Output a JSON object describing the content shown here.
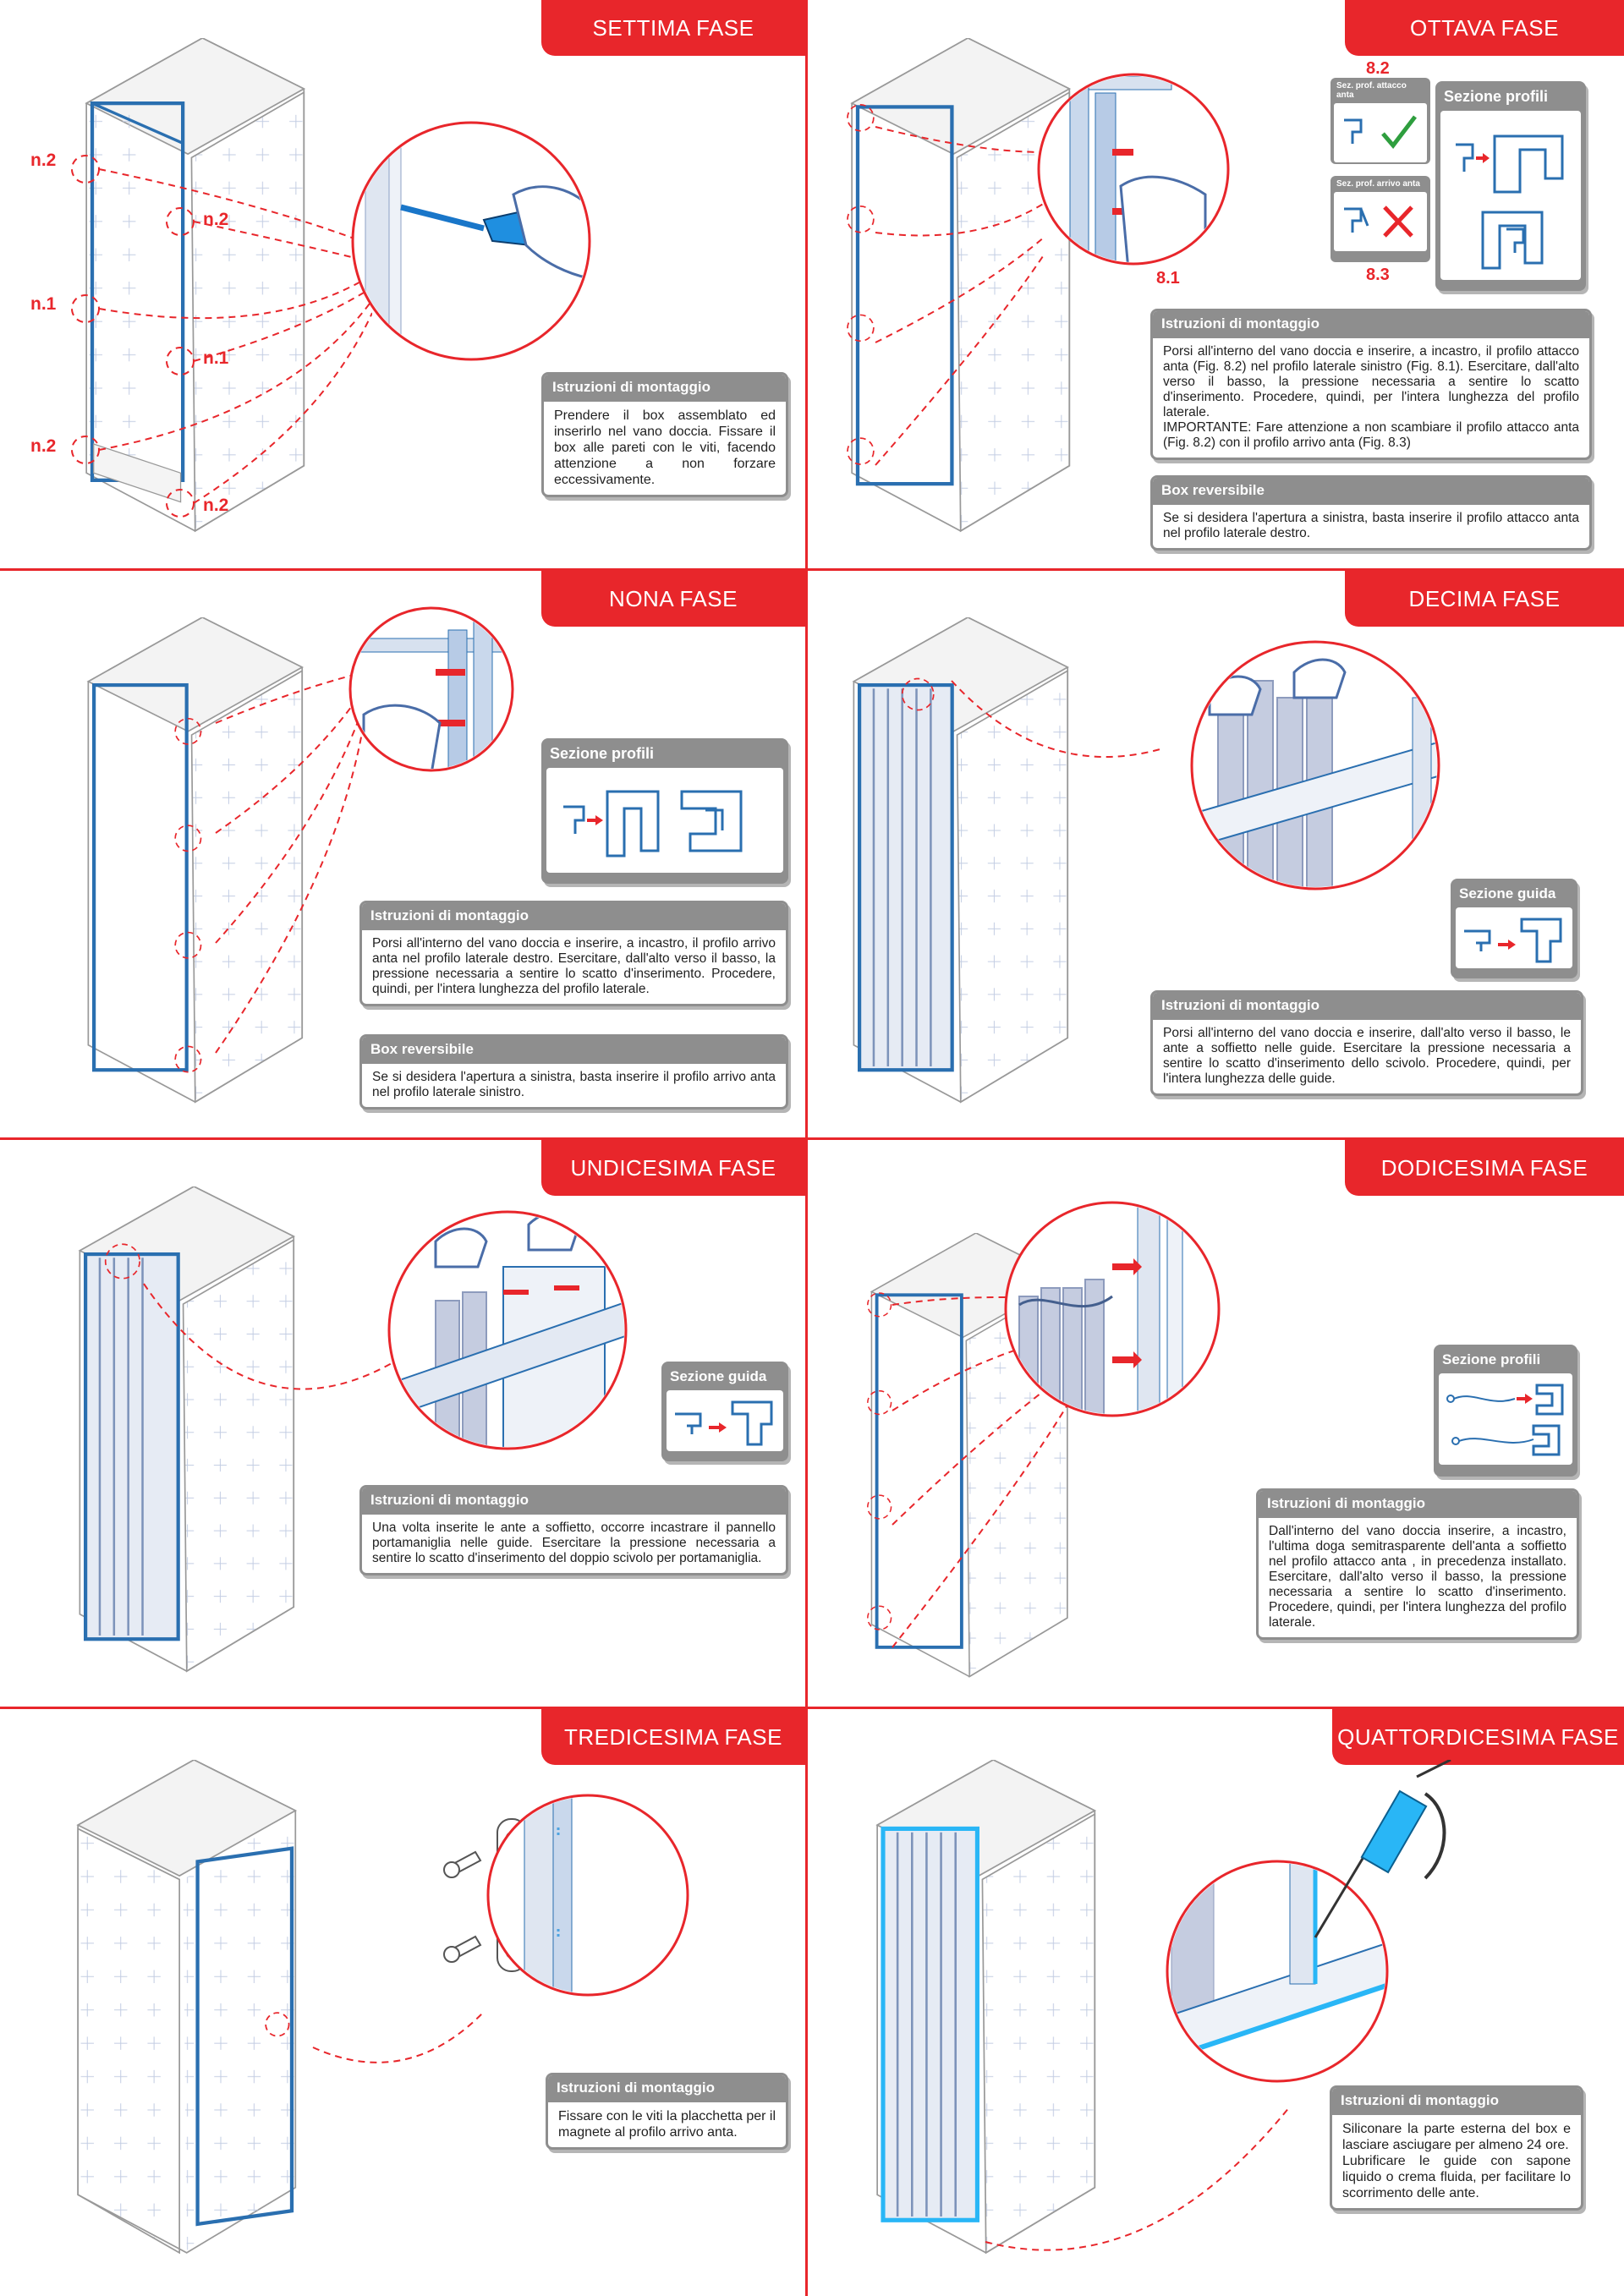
{
  "phases": {
    "p7": {
      "title": "SETTIMA FASE",
      "labels": [
        "n.2",
        "n.2",
        "n.1",
        "n.1",
        "n.2",
        "n.2"
      ],
      "instr_title": "Istruzioni di montaggio",
      "instr_text": "Prendere il box assemblato ed inserirlo nel vano doccia. Fissare il box alle pareti con le viti, facendo attenzione a non forzare eccessivamente."
    },
    "p8": {
      "title": "OTTAVA FASE",
      "fig_8_1": "8.1",
      "fig_8_2": "8.2",
      "fig_8_3": "8.3",
      "card_a": "Sez. prof. attacco anta",
      "card_b": "Sez. prof. arrivo anta",
      "section_title": "Sezione profili",
      "instr_title": "Istruzioni di montaggio",
      "instr_text": "Porsi all'interno del vano doccia e inserire, a incastro, il profilo attacco anta (Fig. 8.2) nel profilo laterale sinistro (Fig. 8.1). Esercitare, dall'alto verso il basso, la pressione necessaria a sentire lo scatto d'inserimento. Procedere, quindi, per l'intera lunghezza del profilo laterale.\nIMPORTANTE: Fare attenzione a non scambiare il profilo attacco anta (Fig. 8.2) con il profilo arrivo anta (Fig. 8.3)",
      "rev_title": "Box reversibile",
      "rev_text": "Se si desidera l'apertura a sinistra, basta inserire il profilo attacco anta nel profilo laterale destro."
    },
    "p9": {
      "title": "NONA FASE",
      "section_title": "Sezione profili",
      "instr_title": "Istruzioni di montaggio",
      "instr_text": "Porsi all'interno del vano doccia e inserire, a incastro, il profilo arrivo anta nel profilo laterale destro. Esercitare, dall'alto verso il basso, la pressione necessaria a sentire lo scatto d'inserimento. Procedere, quindi, per l'intera lunghezza del profilo laterale.",
      "rev_title": "Box reversibile",
      "rev_text": "Se si desidera l'apertura a sinistra, basta inserire il profilo arrivo anta nel profilo laterale sinistro."
    },
    "p10": {
      "title": "DECIMA FASE",
      "section_title": "Sezione guida",
      "instr_title": "Istruzioni di montaggio",
      "instr_text": "Porsi all'interno del vano doccia e inserire, dall'alto verso il basso, le ante a soffietto nelle guide. Esercitare la pressione necessaria a sentire lo scatto d'inserimento dello scivolo. Procedere, quindi, per l'intera lunghezza delle guide."
    },
    "p11": {
      "title": "UNDICESIMA FASE",
      "section_title": "Sezione guida",
      "instr_title": "Istruzioni di montaggio",
      "instr_text": "Una volta inserite le ante a soffietto, occorre incastrare il pannello portamaniglia nelle guide. Esercitare la pressione necessaria a sentire lo scatto d'inserimento del doppio scivolo per portamaniglia."
    },
    "p12": {
      "title": "DODICESIMA FASE",
      "section_title": "Sezione profili",
      "instr_title": "Istruzioni di montaggio",
      "instr_text": "Dall'interno del vano doccia inserire, a incastro, l'ultima doga semitrasparente dell'anta a soffietto nel profilo attacco anta , in precedenza installato. Esercitare, dall'alto verso il basso, la pressione necessaria a sentire lo scatto d'inserimento. Procedere, quindi, per l'intera lunghezza del profilo laterale."
    },
    "p13": {
      "title": "TREDICESIMA FASE",
      "instr_title": "Istruzioni di montaggio",
      "instr_text": "Fissare con le viti la placchetta per il magnete al profilo arrivo anta."
    },
    "p14": {
      "title": "QUATTORDICESIMA  FASE",
      "instr_title": "Istruzioni di montaggio",
      "instr_text": "Siliconare la parte esterna del box e lasciare asciugare per almeno 24 ore.\nLubrificare le guide con sapone liquido o crema fluida, per facilitare lo scorrimento delle ante."
    }
  },
  "colors": {
    "accent": "#e8262b",
    "panel_gray": "#8e8e8e",
    "profile_blue": "#2a6fb0",
    "silicone_blue": "#29b6f6",
    "check_green": "#2e9e3e"
  }
}
